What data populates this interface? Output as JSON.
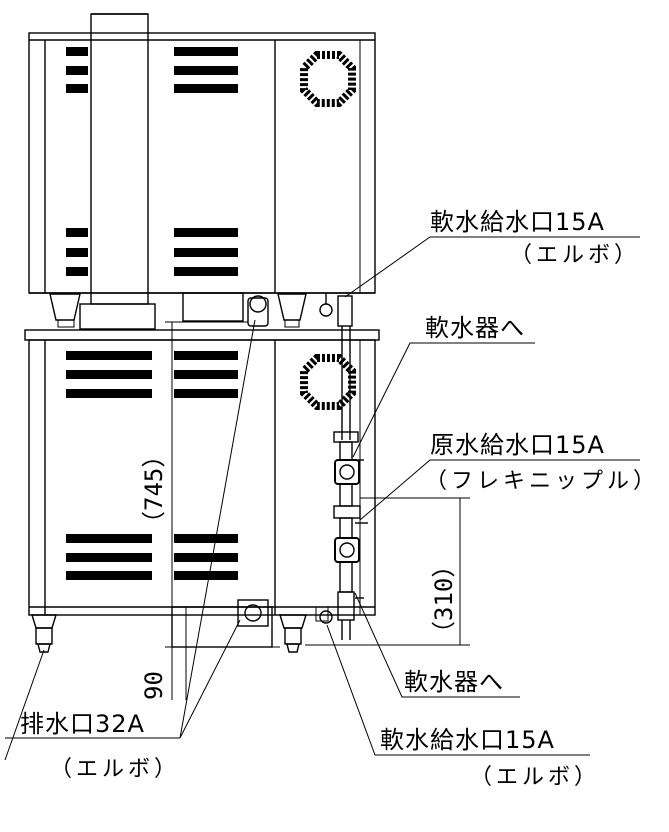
{
  "labels": {
    "soft_inlet_top": "軟水給水口15A",
    "soft_inlet_top_note": "（エルボ）",
    "to_softener_top": "軟水器へ",
    "raw_inlet": "原水給水口15A",
    "raw_inlet_note": "（フレキニップル）",
    "to_softener_bottom": "軟水器へ",
    "soft_inlet_bottom": "軟水給水口15A",
    "soft_inlet_bottom_note": "（エルボ）",
    "drain": "排水口32A",
    "drain_note": "（エルボ）"
  },
  "dimensions": {
    "height_745": "（745）",
    "height_310": "（310）",
    "height_90": "90"
  }
}
